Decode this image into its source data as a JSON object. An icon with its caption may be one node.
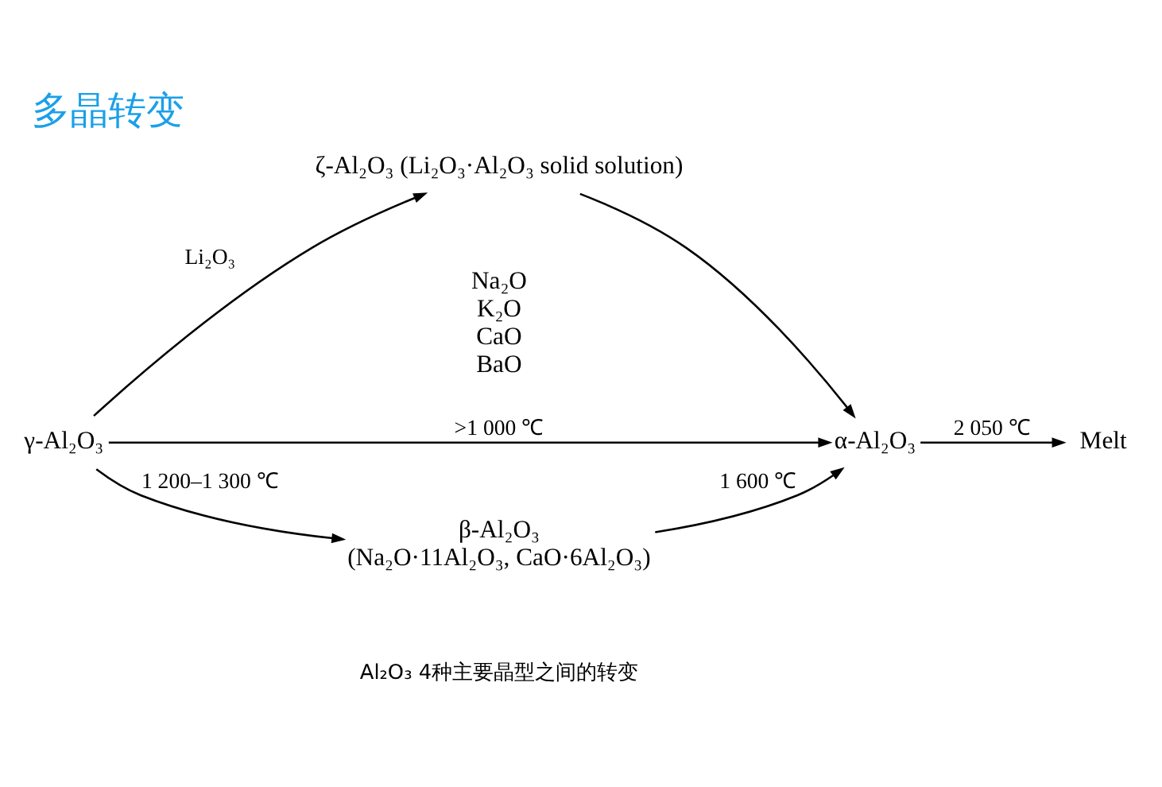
{
  "diagram": {
    "title": "多晶转变",
    "caption": "Al₂O₃ 4种主要晶型之间的转变",
    "nodes": [
      {
        "text": [
          "ζ-Al₂O₃ (Li₂O₃·Al₂O₃ solid solution)"
        ]
      },
      {
        "text": [
          "γ-Al₂O₃"
        ]
      },
      {
        "text": [
          "α-Al₂O₃"
        ]
      },
      {
        "text": [
          "Melt"
        ]
      },
      {
        "text": [
          "β-Al₂O₃",
          "(Na₂O·11Al₂O₃, CaO·6Al₂O₃)"
        ]
      }
    ],
    "edges": [
      {
        "from": 1,
        "to": 2,
        "arrow": "to",
        "label": ">1 000 ℃"
      },
      {
        "from": 1,
        "to": 0,
        "arrow": "to",
        "label": "Li₂O₃"
      },
      {
        "from": 1,
        "to": 4,
        "arrow": "to",
        "label": "1 200–1 300 ℃"
      },
      {
        "from": 0,
        "to": 2,
        "arrow": "to"
      },
      {
        "from": 4,
        "to": 2,
        "arrow": "to",
        "label": "1 600 ℃"
      },
      {
        "from": 2,
        "to": 3,
        "arrow": "to",
        "label": "2 050 ℃"
      }
    ],
    "labels": [
      "Na₂O K₂O CaO BaO"
    ]
  }
}
